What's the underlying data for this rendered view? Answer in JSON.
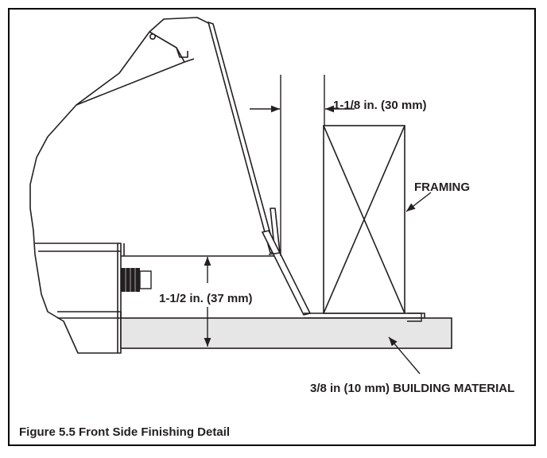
{
  "figure": {
    "caption": "Figure 5.5  Front Side Finishing Detail"
  },
  "labels": {
    "top_dimension": "1-1/8 in. (30 mm)",
    "clearance_dimension": "1-1/2 in. (37 mm)",
    "framing": "FRAMING",
    "building_material": "3/8 in (10 mm) BUILDING MATERIAL"
  },
  "colors": {
    "line": "#231f20",
    "building_material_fill": "#e6e6e6",
    "background": "#ffffff"
  }
}
